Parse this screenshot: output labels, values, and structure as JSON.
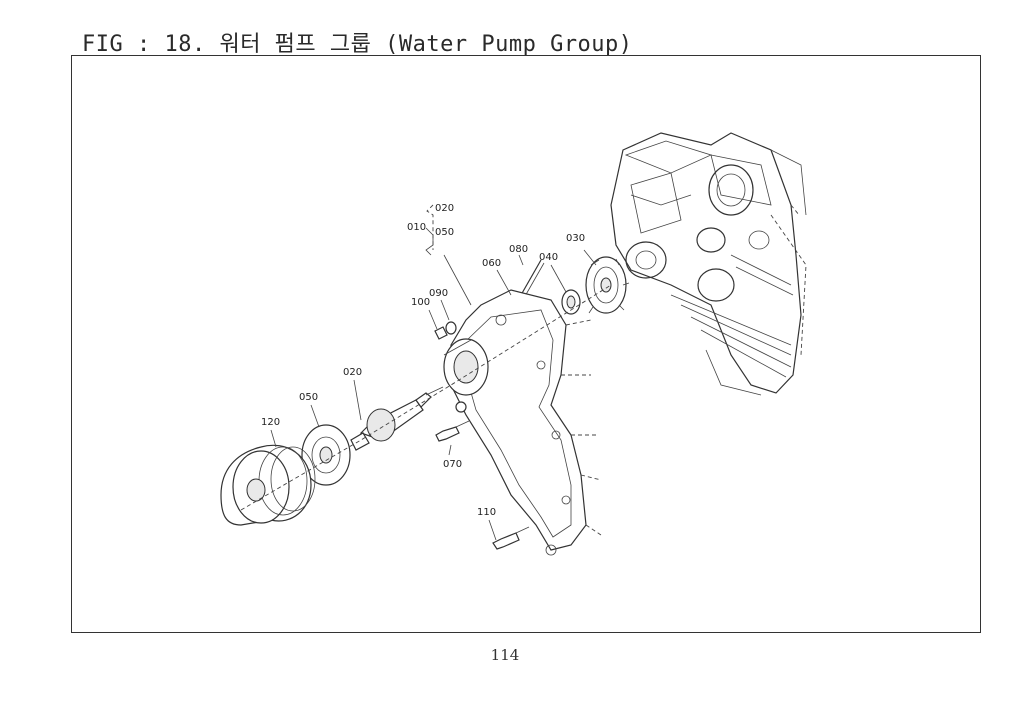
{
  "title": "FIG : 18. 워터 펌프 그룹 (Water Pump Group)",
  "page_number": "114",
  "callouts": {
    "c010": "010",
    "c020_top": "020",
    "c050_top": "050",
    "c080": "080",
    "c060": "060",
    "c040": "040",
    "c030": "030",
    "c090": "090",
    "c100": "100",
    "c020": "020",
    "c050": "050",
    "c120": "120",
    "c070": "070",
    "c110": "110"
  }
}
